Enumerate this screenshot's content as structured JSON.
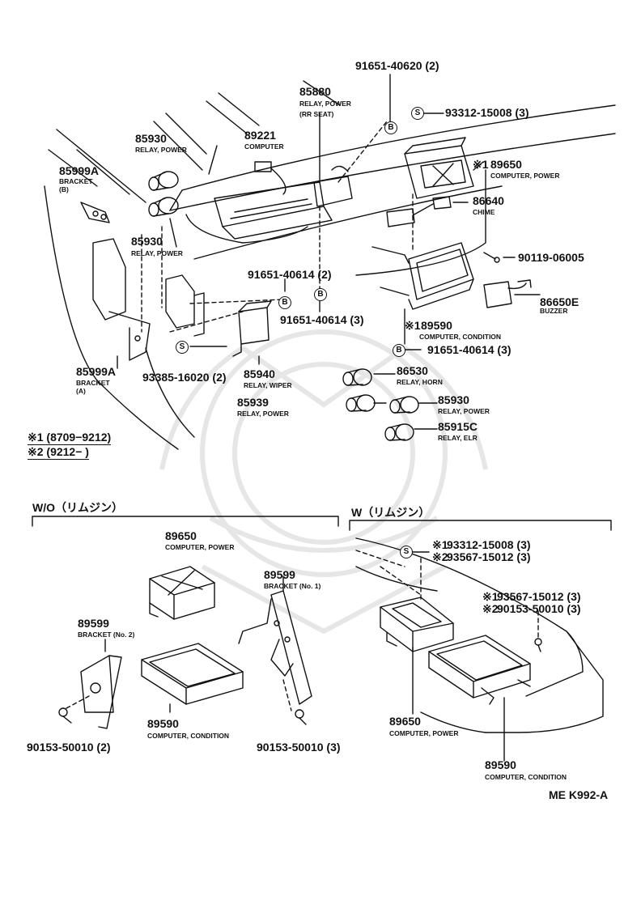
{
  "colors": {
    "ink": "#111111",
    "background": "#ffffff",
    "watermark": "#e6e6e6"
  },
  "parts": {
    "p91651_40620": {
      "number": "91651-40620 (2)"
    },
    "p85880": {
      "number": "85880",
      "desc": "RELAY, POWER",
      "note": "(RR SEAT)"
    },
    "p93312_15008_top": {
      "number": "93312-15008 (3)"
    },
    "p85930_a": {
      "number": "85930",
      "desc": "RELAY, POWER"
    },
    "p89221": {
      "number": "89221",
      "desc": "COMPUTER"
    },
    "p85999a_b": {
      "number": "85999A",
      "desc": "BRACKET",
      "sub": "(B)"
    },
    "p89650_top": {
      "prefix": "※1",
      "number": "89650",
      "desc": "COMPUTER, POWER"
    },
    "p86640": {
      "number": "86640",
      "desc": "CHIME"
    },
    "p85930_b": {
      "number": "85930",
      "desc": "RELAY, POWER"
    },
    "p90119": {
      "number": "90119-06005"
    },
    "p91651_40614_a": {
      "number": "91651-40614 (2)"
    },
    "p86650e": {
      "number": "86650E",
      "desc": "BUZZER"
    },
    "p91651_40614_b": {
      "number": "91651-40614 (3)"
    },
    "p89590_top": {
      "prefix": "※1",
      "number": "89590",
      "desc": "COMPUTER, CONDITION"
    },
    "p91651_40614_c": {
      "number": "91651-40614 (3)"
    },
    "p85999a_a": {
      "number": "85999A",
      "desc": "BRACKET",
      "sub": "(A)"
    },
    "p93385": {
      "number": "93385-16020 (2)"
    },
    "p85940": {
      "number": "85940",
      "desc": "RELAY, WIPER"
    },
    "p86530": {
      "number": "86530",
      "desc": "RELAY, HORN"
    },
    "p85939": {
      "number": "85939",
      "desc": "RELAY, POWER"
    },
    "p85930_c": {
      "number": "85930",
      "desc": "RELAY, POWER"
    },
    "p85915c": {
      "number": "85915C",
      "desc": "RELAY, ELR"
    },
    "wo_89650": {
      "number": "89650",
      "desc": "COMPUTER, POWER"
    },
    "wo_89599_1": {
      "number": "89599",
      "desc": "BRACKET (No. 1)"
    },
    "wo_89599_2": {
      "number": "89599",
      "desc": "BRACKET (No. 2)"
    },
    "wo_89590": {
      "number": "89590",
      "desc": "COMPUTER, CONDITION"
    },
    "wo_90153_2": {
      "number": "90153-50010 (2)"
    },
    "wo_90153_3": {
      "number": "90153-50010 (3)"
    },
    "w_screw_1": {
      "prefix": "※1",
      "number": "93312-15008 (3)"
    },
    "w_screw_2": {
      "prefix": "※2",
      "number": "93567-15012 (3)"
    },
    "w_bolt_1": {
      "prefix": "※1",
      "number": "93567-15012 (3)"
    },
    "w_bolt_2": {
      "prefix": "※2",
      "number": "90153-50010 (3)"
    },
    "w_89650": {
      "number": "89650",
      "desc": "COMPUTER, POWER"
    },
    "w_89590": {
      "number": "89590",
      "desc": "COMPUTER, CONDITION"
    }
  },
  "marks": {
    "b": "B",
    "s": "S"
  },
  "legend": {
    "row1": "※1 (8709−9212)",
    "row2": "※2 (9212−        )"
  },
  "sections": {
    "without": "W/O（リムジン）",
    "with": "W（リムジン）"
  },
  "footer": {
    "code": "ME K992-A"
  }
}
